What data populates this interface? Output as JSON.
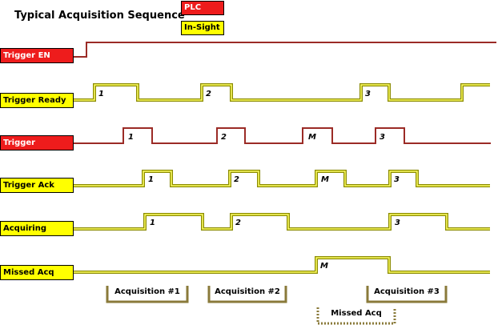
{
  "title": "Typical Acquisition Sequence",
  "legend": {
    "plc": "PLC",
    "insight": "In-Sight"
  },
  "colors": {
    "plc_fill": "#ee1c1c",
    "plc_line": "#9b2b26",
    "insight_fill": "#ffff00",
    "insight_line": "#8a8a00"
  },
  "signals": [
    {
      "id": "trigger-en",
      "label": "Trigger EN",
      "owner": "plc"
    },
    {
      "id": "trigger-ready",
      "label": "Trigger Ready",
      "owner": "insight"
    },
    {
      "id": "trigger",
      "label": "Trigger",
      "owner": "plc"
    },
    {
      "id": "trigger-ack",
      "label": "Trigger Ack",
      "owner": "insight"
    },
    {
      "id": "acquiring",
      "label": "Acquiring",
      "owner": "insight"
    },
    {
      "id": "missed-acq",
      "label": "Missed Acq",
      "owner": "insight"
    }
  ],
  "pulse_marks": {
    "trigger-ready": [
      "1",
      "2",
      "3"
    ],
    "trigger": [
      "1",
      "2",
      "M",
      "3"
    ],
    "trigger-ack": [
      "1",
      "2",
      "M",
      "3"
    ],
    "acquiring": [
      "1",
      "2",
      "3"
    ],
    "missed-acq": [
      "M"
    ]
  },
  "brackets": [
    "Acquisition #1",
    "Acquisition #2",
    "Acquisition #3"
  ],
  "missed_bracket": "Missed Acq"
}
